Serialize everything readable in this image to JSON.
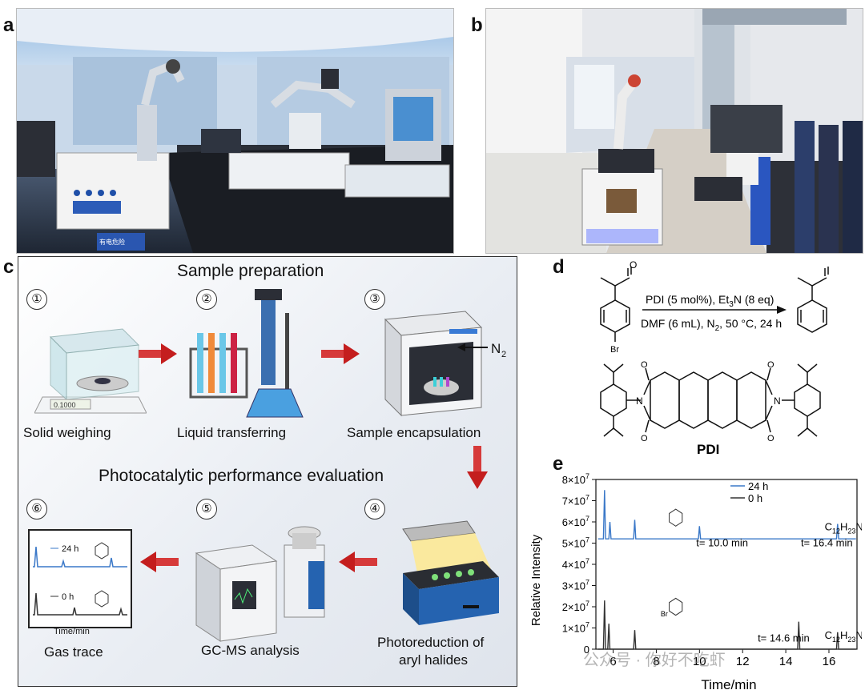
{
  "panel_labels": {
    "a": "a",
    "b": "b",
    "c": "c",
    "d": "d",
    "e": "e"
  },
  "photo_a": {
    "sign_text": "有电危险"
  },
  "panel_c": {
    "title_top": "Sample preparation",
    "title_mid": "Photocatalytic performance evaluation",
    "steps": [
      {
        "num": "①",
        "label": "Solid weighing"
      },
      {
        "num": "②",
        "label": "Liquid transferring"
      },
      {
        "num": "③",
        "label": "Sample encapsulation"
      },
      {
        "num": "④",
        "label": "Photoreduction of",
        "label2": "aryl halides"
      },
      {
        "num": "⑤",
        "label": "GC-MS analysis"
      },
      {
        "num": "⑥",
        "label": "Gas trace"
      }
    ],
    "balance_readout": "0.1000",
    "n2_label": "N",
    "n2_sub": "2",
    "mini_trace": {
      "legend_24h": "24 h",
      "legend_0h": "0 h",
      "xlabel": "Time/min"
    }
  },
  "panel_d": {
    "conditions_top": "PDI (5 mol%), Et",
    "conditions_top_sub": "3",
    "conditions_top_end": "N (8 eq)",
    "conditions_bottom": "DMF (6 mL), N",
    "conditions_bottom_sub": "2",
    "conditions_bottom_end": ", 50 °C, 24 h",
    "br_label": "Br",
    "o_label": "O",
    "n_label": "N",
    "pdi_label": "PDI"
  },
  "chart_data": {
    "type": "line",
    "xlabel": "Time/min",
    "ylabel": "Relative Intensity",
    "xlim": [
      5.2,
      17.3
    ],
    "ylim": [
      0,
      80000000
    ],
    "x_ticks": [
      6,
      8,
      10,
      12,
      14,
      16
    ],
    "y_ticks": [
      {
        "mant": "0",
        "exp": ""
      },
      {
        "mant": "1×10",
        "exp": "7"
      },
      {
        "mant": "2×10",
        "exp": "7"
      },
      {
        "mant": "3×10",
        "exp": "7"
      },
      {
        "mant": "4×10",
        "exp": "7"
      },
      {
        "mant": "5×10",
        "exp": "7"
      },
      {
        "mant": "6×10",
        "exp": "7"
      },
      {
        "mant": "7×10",
        "exp": "7"
      },
      {
        "mant": "8×10",
        "exp": "7"
      }
    ],
    "series": [
      {
        "name": "24 h",
        "color": "#3a78c8",
        "baseline": 52000000,
        "peaks": [
          {
            "x": 5.6,
            "y": 75000000
          },
          {
            "x": 5.85,
            "y": 60000000
          },
          {
            "x": 7.0,
            "y": 61000000
          },
          {
            "x": 10.0,
            "y": 58000000
          },
          {
            "x": 16.4,
            "y": 59000000
          }
        ]
      },
      {
        "name": "0 h",
        "color": "#333333",
        "baseline": 0,
        "peaks": [
          {
            "x": 5.6,
            "y": 23000000
          },
          {
            "x": 5.8,
            "y": 12000000
          },
          {
            "x": 7.0,
            "y": 9000000
          },
          {
            "x": 14.6,
            "y": 13000000
          },
          {
            "x": 16.4,
            "y": 8000000
          }
        ]
      }
    ],
    "annotations": {
      "t1": "t= 10.0 min",
      "t2": "t= 16.4 min",
      "t3": "t= 14.6 min",
      "formula_main": "C",
      "formula_s1": "12",
      "formula_mid": "H",
      "formula_s2": "23",
      "formula_end": "N",
      "br": "Br"
    }
  },
  "watermark": "公众号 · 你好不吃虾"
}
